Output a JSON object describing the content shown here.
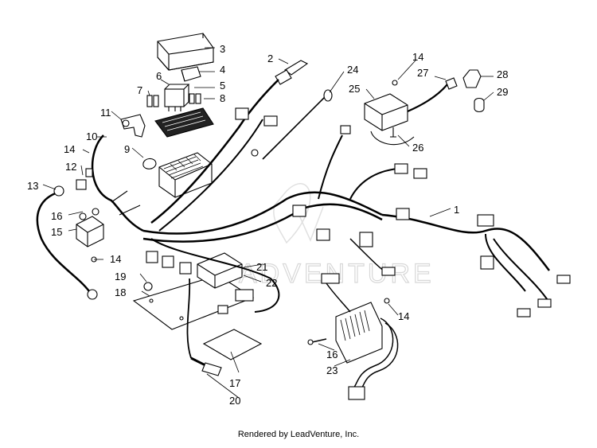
{
  "callouts": [
    "1",
    "2",
    "3",
    "4",
    "5",
    "6",
    "7",
    "8",
    "9",
    "10",
    "11",
    "12",
    "13",
    "14",
    "15",
    "16",
    "17",
    "18",
    "19",
    "20",
    "21",
    "22",
    "23",
    "24",
    "25",
    "26",
    "27",
    "28",
    "29"
  ],
  "watermark": "ADVENTURE",
  "footer": "Rendered by LeadVenture, Inc."
}
